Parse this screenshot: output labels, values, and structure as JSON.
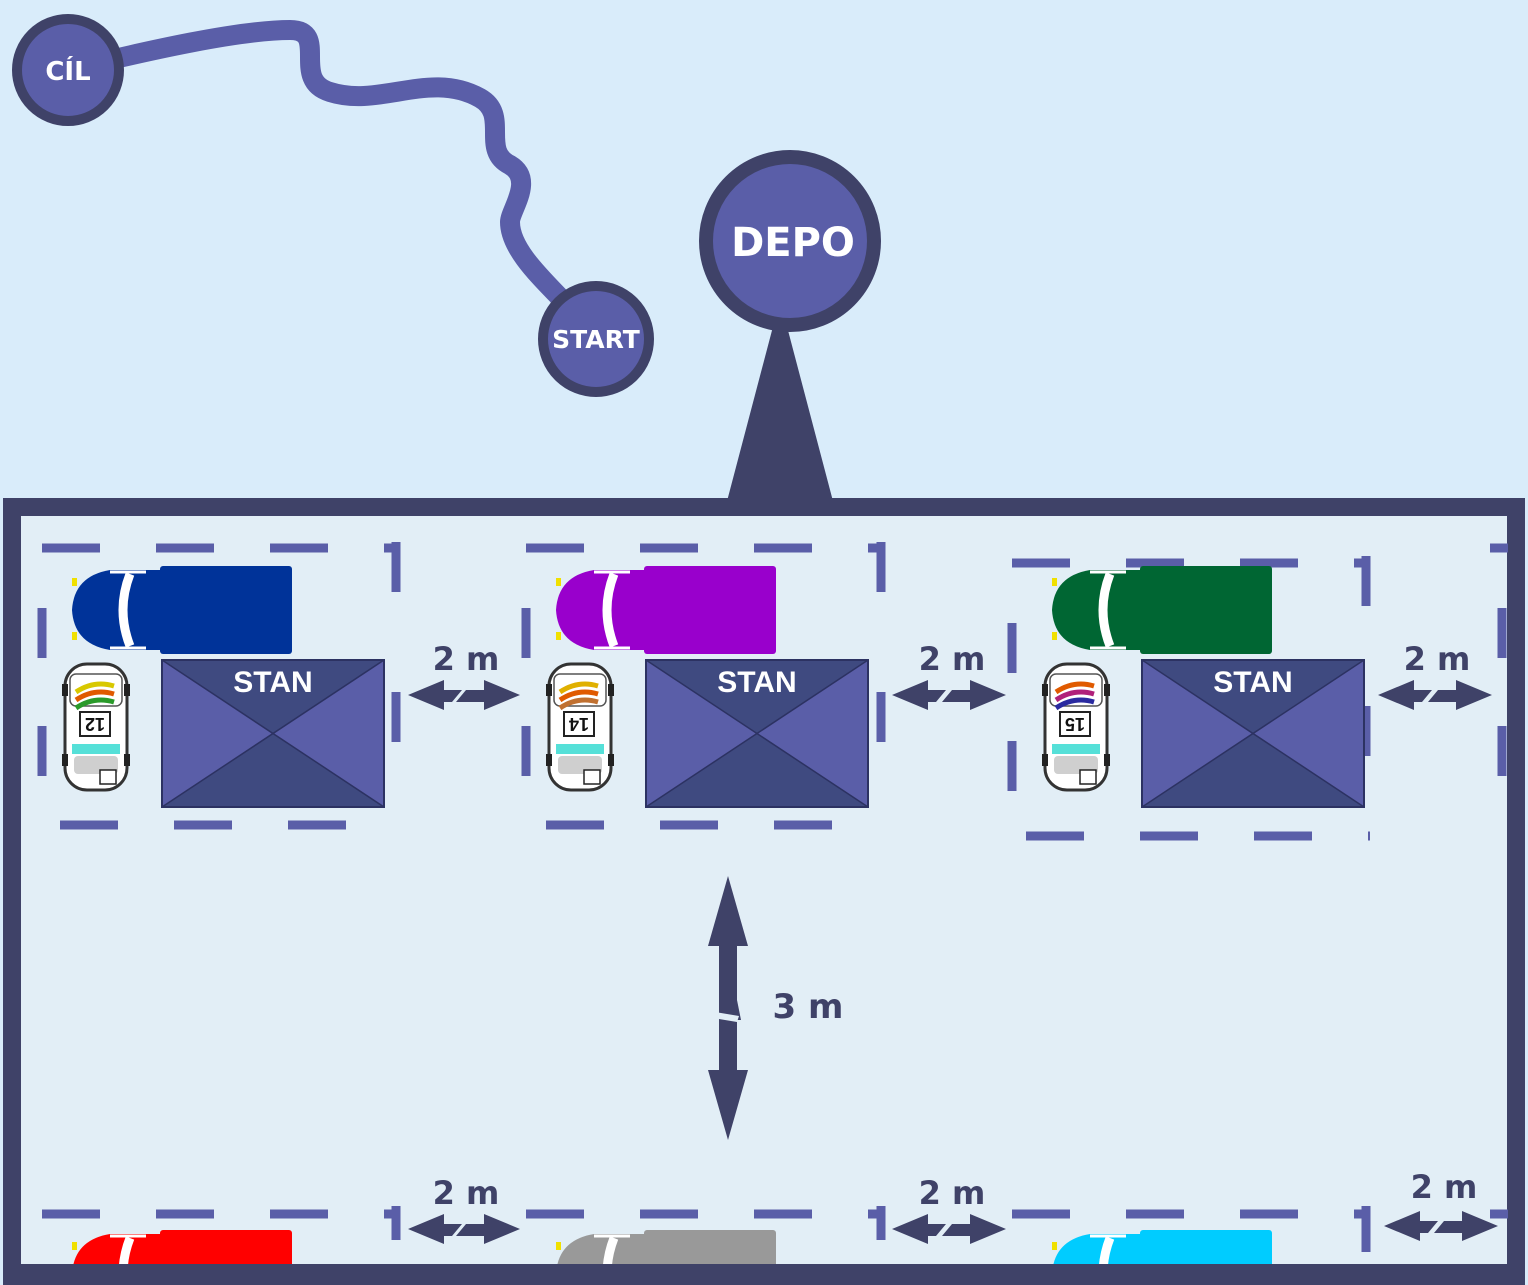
{
  "nodes": {
    "finish": "CÍL",
    "start": "START",
    "depot": "DEPO"
  },
  "spots": {
    "top": [
      {
        "truck_color": "#003399",
        "tent_label": "STAN",
        "car_number": "12",
        "stripe_colors": [
          "#d8c800",
          "#e05a00",
          "#2a9a2a"
        ],
        "gap_label": "2 m"
      },
      {
        "truck_color": "#9900cc",
        "tent_label": "STAN",
        "car_number": "14",
        "stripe_colors": [
          "#e0b000",
          "#e05a00",
          "#c07030"
        ],
        "gap_label": "2 m"
      },
      {
        "truck_color": "#006633",
        "tent_label": "STAN",
        "car_number": "15",
        "stripe_colors": [
          "#e05a00",
          "#b0207a",
          "#2a2aa0"
        ],
        "gap_label": "2 m"
      }
    ],
    "bottom": [
      {
        "truck_color": "#ff0000",
        "gap_label": "2 m"
      },
      {
        "truck_color": "#999999",
        "gap_label": "2 m"
      },
      {
        "truck_color": "#00ccff",
        "gap_label": "2 m"
      }
    ]
  },
  "aisle_label": "3 m",
  "colors": {
    "background": "#d9ecfa",
    "paddock_fill": "#e2eef6",
    "frame": "#3f4268",
    "route": "#5a5ea8",
    "node_fill": "#5a5ea8",
    "node_ring": "#3f4268",
    "tent_light": "#5a5ea8",
    "tent_dark": "#3f4a80",
    "dash": "#5a5ea8",
    "arrow": "#3f4268"
  }
}
